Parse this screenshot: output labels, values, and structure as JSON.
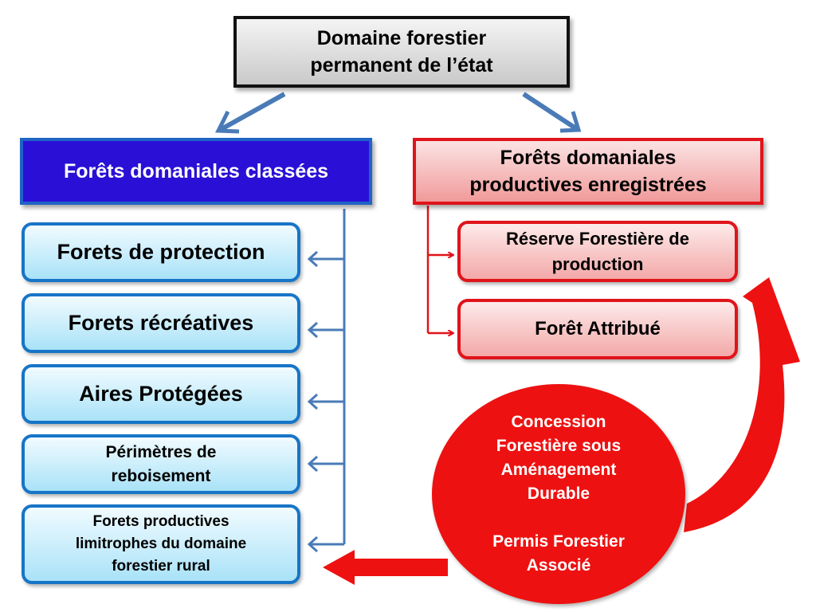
{
  "top": {
    "line1": "Domaine forestier",
    "line2": "permanent de l’état"
  },
  "classed": {
    "title": "Forêts domaniales classées",
    "items": [
      {
        "lines": [
          "Forets de protection"
        ]
      },
      {
        "lines": [
          "Forets récréatives"
        ]
      },
      {
        "lines": [
          "Aires Protégées"
        ]
      },
      {
        "lines": [
          "Périmètres de",
          "reboisement"
        ]
      },
      {
        "lines": [
          "Forets productives",
          "limitrophes du domaine",
          "forestier rural"
        ]
      }
    ]
  },
  "registered": {
    "line1": "Forêts domaniales",
    "line2": "productives enregistrées",
    "items": [
      {
        "lines": [
          "Réserve Forestière de",
          "production"
        ]
      },
      {
        "lines": [
          "Forêt Attribué"
        ]
      }
    ]
  },
  "circle": {
    "block1": [
      "Concession",
      "Forestière sous",
      "Aménagement",
      "Durable"
    ],
    "block2": [
      "Permis Forestier",
      "Associé"
    ]
  },
  "colors": {
    "blue_connector": "#4a7bb7",
    "red_connector": "#e0141a",
    "classed_fill": "#2a10d6",
    "circle_fill": "#ee1111"
  }
}
